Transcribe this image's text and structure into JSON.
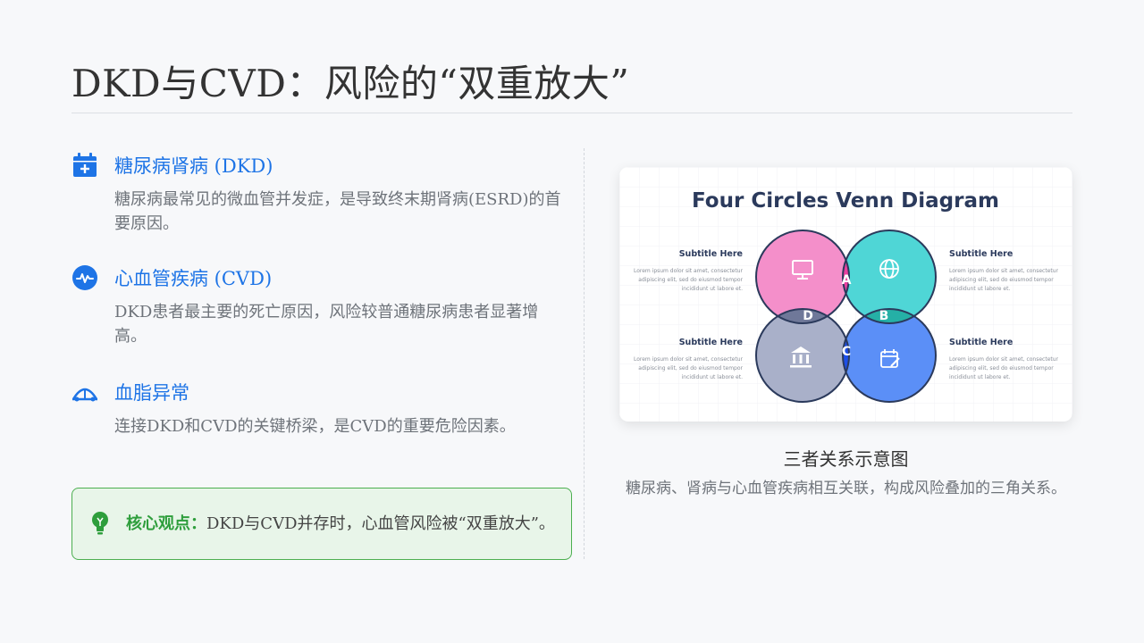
{
  "title": "DKD与CVD：风险的“双重放大”",
  "items": [
    {
      "name": "糖尿病肾病 (DKD)",
      "desc": "糖尿病最常见的微血管并发症，是导致终末期肾病(ESRD)的首要原因。",
      "icon": "calendar-plus-icon"
    },
    {
      "name": "心血管疾病 (CVD)",
      "desc": "DKD患者最主要的死亡原因，风险较普通糖尿病患者显著增高。",
      "icon": "heartbeat-icon"
    },
    {
      "name": "血脂异常",
      "desc": "连接DKD和CVD的关键桥梁，是CVD的重要危险因素。",
      "icon": "bridge-icon"
    }
  ],
  "core": {
    "label": "核心观点：",
    "text": "DKD与CVD并存时，心血管风险被“双重放大”。"
  },
  "diagram": {
    "title": "Four Circles Venn Diagram",
    "subtitles": [
      "Subtitle Here",
      "Subtitle Here",
      "Subtitle Here",
      "Subtitle Here"
    ],
    "lorem": [
      "Lorem ipsum dolor sit amet, consectetur",
      "adipiscing elit, sed do eiusmod tempor",
      "incididunt ut labore et."
    ],
    "letters": {
      "a": "A",
      "b": "B",
      "c": "C",
      "d": "D"
    },
    "colors": {
      "pink": "#f48fca",
      "teal": "#4fd6d6",
      "gray": "#a9b0c9",
      "blue": "#5b8ff7",
      "navy": "#2b3a5c"
    }
  },
  "caption": "三者关系示意图",
  "caption_desc": "糖尿病、肾病与心血管疾病相互关联，构成风险叠加的三角关系。"
}
